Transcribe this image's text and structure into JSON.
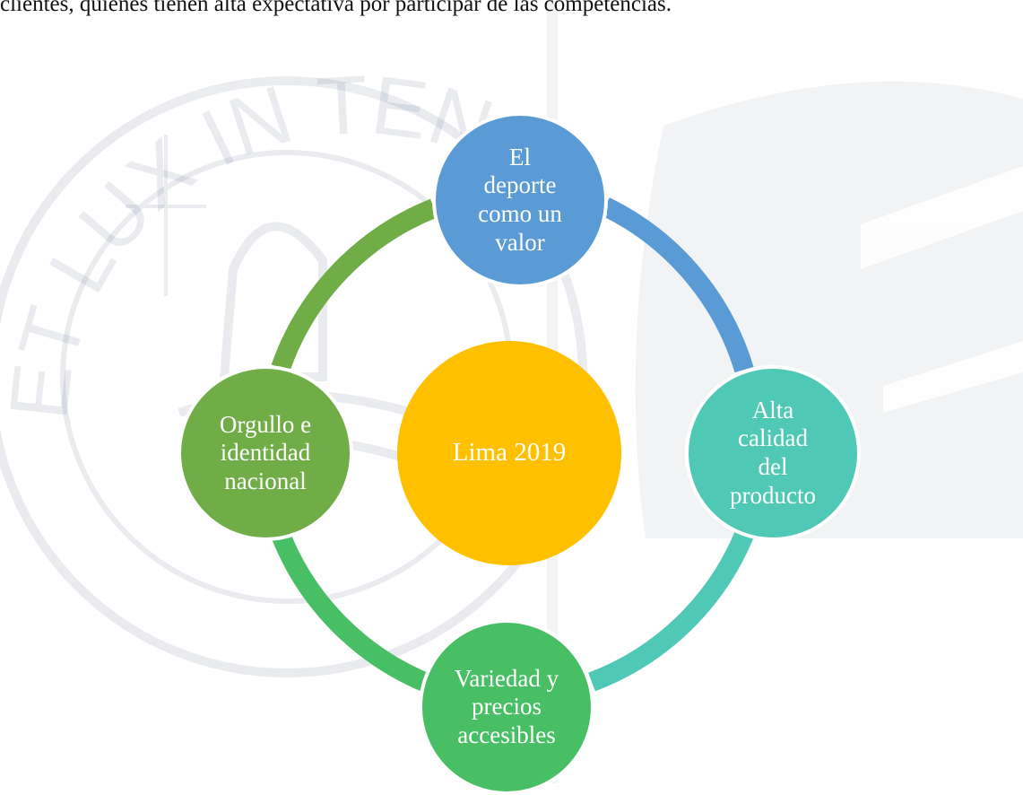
{
  "intro_text": "clientes, quienes tienen alta expectativa por participar de las competencias.",
  "watermark": {
    "seal_text": "ET LUX IN TENEBRIS LUCET"
  },
  "center": {
    "label": "Lima 2019",
    "color": "#FFC000"
  },
  "nodes": [
    {
      "id": "top",
      "label": "El\ndeporte\ncomo un\nvalor",
      "color": "#5B9BD5"
    },
    {
      "id": "right",
      "label": "Alta\ncalidad\ndel\nproducto",
      "color": "#4FC9B5"
    },
    {
      "id": "bottom",
      "label": "Variedad y\nprecios\naccesibles",
      "color": "#48BF64"
    },
    {
      "id": "left",
      "label": "Orgullo e\nidentidad\nnacional",
      "color": "#70AD47"
    }
  ],
  "connector_colors": {
    "top_to_right": "#5B9BD5",
    "right_to_bottom": "#4FC9B5",
    "bottom_to_left": "#48BF64",
    "left_to_top": "#70AD47"
  }
}
